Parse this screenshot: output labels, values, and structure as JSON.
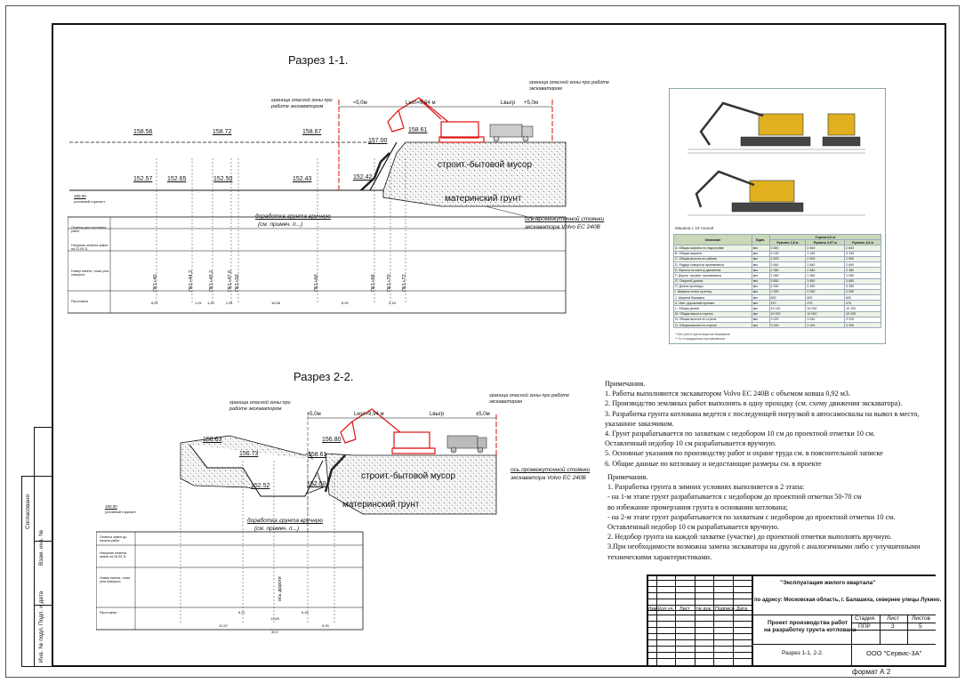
{
  "sections": {
    "s1_title": "Разрез 1-1.",
    "s2_title": "Разрез 2-2."
  },
  "s1": {
    "danger_left": "граница опасной зоны при работе экскаватором",
    "danger_right": "граница опасной зоны при работе экскаватором",
    "dim_left": "≈5,0м",
    "dim_mid": "Lкоп=9,94 м",
    "dim_lvyr": "Lвыгр",
    "dim_right": "+5,0м",
    "elev_top": [
      "158.56",
      "158.72",
      "158.67",
      "158.61",
      "157.00"
    ],
    "elev_bottom": [
      "152.57",
      "152.65",
      "152.50",
      "152.43",
      "152.42"
    ],
    "label_musor": "строит.-бытовой мусор",
    "label_grunt": "материнский грунт",
    "label_dorabotka_1": "доработка грунта вручную",
    "label_dorabotka_2": "(см. примеч. п...)",
    "label_axis_1": "ось промежуточной стоянки",
    "label_axis_2": "экскаватора Volvo EC 240B",
    "usl_gor": "150.00",
    "usl_gor_label": "условный горизонт",
    "rows": [
      "Отметка дна котлована работ",
      "Натурная отметка земли на 21.09.11",
      "Номер пикета, точки угла поворота",
      "Расстояние"
    ],
    "pickets": [
      "ПК1+40",
      "ПК1+44,2",
      "ПК1+45,2",
      "ПК1+47,6",
      "ПК1+50",
      "ПК1+60",
      "ПК1+68",
      "ПК1+70",
      "ПК1+72"
    ],
    "dist": [
      "8,61",
      "1,51",
      "1,44",
      "2,81",
      "18,68",
      "8,90",
      "4,18"
    ]
  },
  "s2": {
    "danger_left": "граница опасной зоны при работе экскаватором",
    "danger_right": "граница опасной зоны при работе экскаватором",
    "dim_left": "±5,0м",
    "dim_mid": "Lкоп=9,94 м",
    "dim_lvyr": "Lвыгр",
    "dim_right": "±5,0м",
    "elev": [
      "158.63",
      "156.73",
      "158.61",
      "156.80",
      "152.52",
      "152.50"
    ],
    "label_musor": "строит.-бытовой мусор",
    "label_grunt": "материнский грунт",
    "label_dorabotka_1": "доработка грунта вручную",
    "label_dorabotka_2": "(см. примеч. п...)",
    "label_axis_1": "ось промежуточной стоянки",
    "label_axis_2": "экскаватора Volvo EC 240B",
    "usl_gor": "150.00",
    "usl_gor_label": "условный горизонт",
    "rows": [
      "Отметка земли до начала работ",
      "Натурная отметка земли на 26.09.11",
      "Номер пикета, точки угла поворота",
      "Расстояние"
    ],
    "road_label": "ось дороги",
    "dist": [
      "8,21",
      "6,49",
      "13,69",
      "10,97",
      "5,93",
      "30,0"
    ]
  },
  "spec": {
    "caption": "Машина с 10-тонной",
    "header_main": "Стрела 6,0 м",
    "col_headers": [
      "Описание",
      "Един.",
      "Рукоять 2,5 м",
      "Рукоять 2,97 м",
      "Рукоять 3,6 м"
    ],
    "rows": [
      [
        "A. Общая ширина по надстройке",
        "мм",
        "2 840",
        "2 840",
        "2 840"
      ],
      [
        "B. Общая ширина",
        "мм",
        "3 190",
        "3 190",
        "3 190"
      ],
      [
        "C. Общая высота по кабине",
        "мм",
        "2 900",
        "2 900",
        "2 900"
      ],
      [
        "D. Радиус поворота противовеса",
        "мм",
        "2 840",
        "2 840",
        "2 840"
      ],
      [
        "E. Высота по капоту двигателя",
        "мм",
        "2 380",
        "2 380",
        "2 380"
      ],
      [
        "F. Дорож. просвет противовеса",
        "мм",
        "1 080",
        "1 080",
        "1 080"
      ],
      [
        "G. Опорной длины",
        "мм",
        "3 650",
        "3 650",
        "3 650"
      ],
      [
        "H. Длина гусеницы",
        "мм",
        "4 450",
        "4 450",
        "4 450"
      ],
      [
        "I. Ширина колеи гусениц",
        "мм",
        "2 390",
        "2 390",
        "2 390"
      ],
      [
        "J. Ширина башмака",
        "мм",
        "600",
        "600",
        "600"
      ],
      [
        "K. Мин. дорожный просвет",
        "мм",
        "470",
        "470",
        "470"
      ],
      [
        "L. Общая длина",
        "мм",
        "10 110",
        "10 030",
        "10 100"
      ],
      [
        "M. Общая высота стрелы",
        "мм",
        "10 000",
        "10 000",
        "10 030"
      ],
      [
        "N. Общая высота по стреле",
        "мм",
        "3 220",
        "3 040",
        "3 220"
      ],
      [
        "O. Общая высота по стреле",
        "мм",
        "3 240",
        "3 100",
        "3 390"
      ]
    ],
    "foot1": "* Без учёта грунтозацепов башмаков",
    "foot2": "** Со стандартным противовесом"
  },
  "notes1": {
    "title": "Примечания.",
    "lines": [
      "1. Работы выполняются экскаватором Volvo EC 240B с объемом ковша 0,92 м3.",
      "2. Производство земляных работ выполнять в одну проходку (см. схему движения экскаватора).",
      "3. Разработка грунта котлована ведется с последующей погрузкой в автосамосвалы на вывоз в место,",
      "указанное заказчиком.",
      "4. Грунт разрабатывается по захваткам с недобором 10 см до проектной отметки 10 см.",
      "Оставленный недобор 10 см разрабатывается вручную.",
      "5. Основные указания по производству работ и охране труда см. в пояснительной записке",
      "6. Общие данные по котловану и недостающие размеры см. в проекте"
    ]
  },
  "notes2": {
    "title": "Примечания.",
    "lines": [
      "1. Разработка грунта в зимних условиях выполняется в 2 этапа:",
      "- на 1-м этапе грунт разрабатывается с недобором до проектной отметки 50-70 см",
      "во избежание промерзания грунта в основании котлована;",
      "- на 2-м этапе грунт разрабатывается по захваткам с недобором до проектной отметки 10 см.",
      "Оставленный недобор 10 см разрабатывается вручную.",
      "2. Недобор грунта на каждой захватке (участке) до проектной отметки выполнять вручную.",
      "3.При необходимости возможна замена экскаватора на другой с аналогичными либо с улучшенными",
      "техническими характеристиками."
    ]
  },
  "titleblock": {
    "project": "\"Эксплуатация жилого квартала\"",
    "address": "по адресу: Московская область, г. Балашиха, севернее улицы Лукино.",
    "cols": [
      "Изм.",
      "Кол.уч.",
      "Лист",
      "№ док.",
      "Подпись",
      "Дата"
    ],
    "doc_title_1": "Проект производства работ",
    "doc_title_2": "на разработку грунта котлована",
    "stage_h": "Стадия",
    "sheet_h": "Лист",
    "sheets_h": "Листов",
    "stage": "ППР",
    "sheet": "3",
    "sheets": "5",
    "drawing_name": "Разрез 1-1, 2-2.",
    "org": "ООО \"Сервис-3А\"",
    "format": "формат А 2"
  },
  "binding": {
    "soglasovano": "Согласовано",
    "vzam": "Взам. инв. №",
    "podp": "Подп. и дата",
    "inv": "Инв. № подл."
  }
}
